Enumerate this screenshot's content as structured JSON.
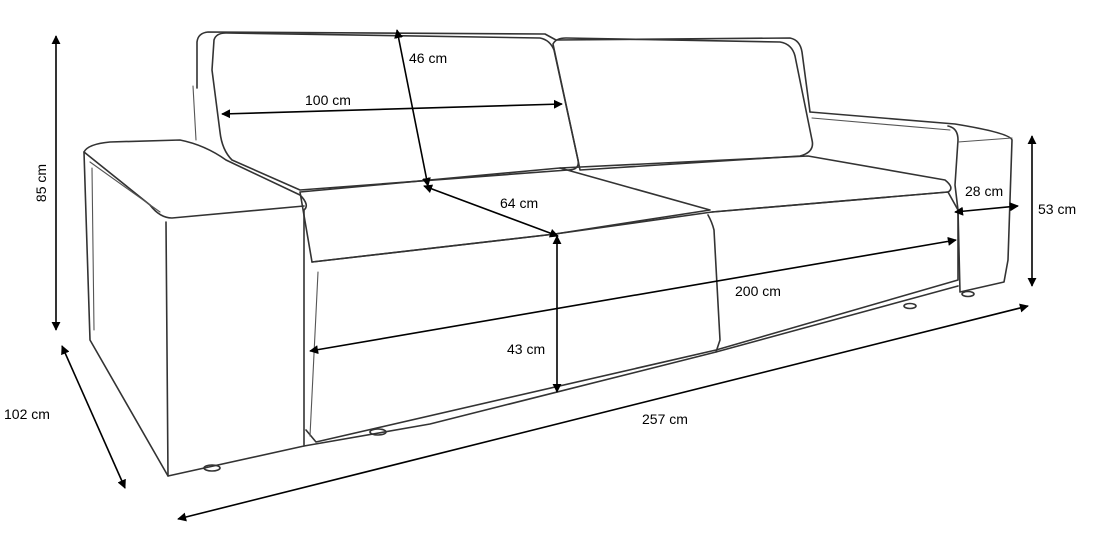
{
  "dimensions": {
    "total_height": "85 cm",
    "total_depth": "102 cm",
    "total_width": "257 cm",
    "backrest_height": "46 cm",
    "backrest_width": "100 cm",
    "seat_depth": "64 cm",
    "seat_width": "200 cm",
    "seat_height": "43 cm",
    "armrest_width": "28 cm",
    "armrest_height": "53 cm"
  },
  "colors": {
    "outline": "#333333",
    "dimension": "#000000",
    "background": "#ffffff"
  }
}
